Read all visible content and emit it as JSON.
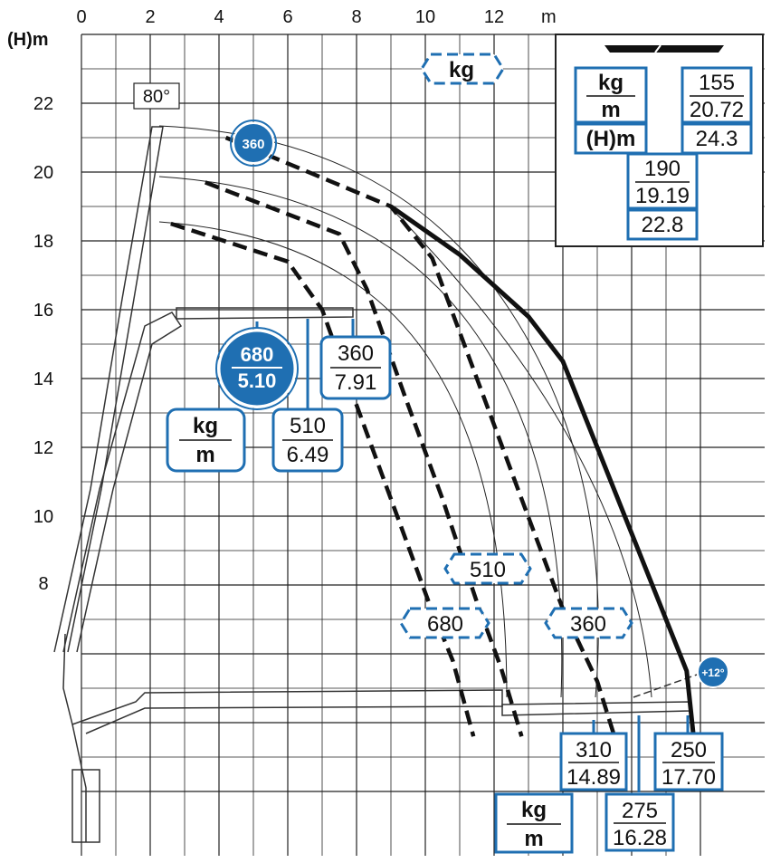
{
  "axis": {
    "x_unit": "m",
    "y_unit": "(H)m",
    "x_ticks": [
      "0",
      "2",
      "4",
      "6",
      "8",
      "10",
      "12"
    ],
    "y_ticks": [
      "22",
      "20",
      "18",
      "16",
      "14",
      "12",
      "10",
      "8"
    ]
  },
  "angle_label": "80°",
  "kg_header": "kg",
  "legend_kg_m": {
    "top": "kg",
    "bottom": "m"
  },
  "legend_h": "(H)m",
  "tip_badge": "360",
  "main_badge": {
    "top": "680",
    "bottom": "5.10"
  },
  "angle_badge": "+12°",
  "load_points": [
    {
      "kg": "360",
      "m": "7.91"
    },
    {
      "kg": "510",
      "m": "6.49"
    },
    {
      "kg": "310",
      "m": "14.89"
    },
    {
      "kg": "275",
      "m": "16.28"
    },
    {
      "kg": "250",
      "m": "17.70"
    },
    {
      "kg": "190",
      "m": "19.19",
      "h": "22.8"
    },
    {
      "kg": "155",
      "m": "20.72",
      "h": "24.3"
    }
  ],
  "curve_labels": [
    "510",
    "680",
    "360"
  ],
  "colors": {
    "accent": "#1f6fb2",
    "grid": "#222222",
    "curve": "#111111"
  },
  "chart_data": {
    "type": "line",
    "xlabel": "m",
    "ylabel": "(H)m",
    "xlim": [
      0,
      18
    ],
    "ylim": [
      2,
      24
    ],
    "series": [
      {
        "name": "680",
        "points": [
          [
            2.6,
            18.5
          ],
          [
            6.0,
            17.4
          ],
          [
            7.0,
            16.0
          ],
          [
            7.9,
            13.5
          ],
          [
            9.0,
            10.5
          ],
          [
            10.1,
            7.5
          ],
          [
            10.8,
            5.8
          ],
          [
            11.4,
            3.6
          ]
        ]
      },
      {
        "name": "510",
        "points": [
          [
            3.6,
            19.7
          ],
          [
            7.5,
            18.2
          ],
          [
            8.3,
            16.6
          ],
          [
            9.4,
            13.5
          ],
          [
            10.5,
            10.5
          ],
          [
            11.5,
            7.5
          ],
          [
            12.2,
            5.6
          ],
          [
            12.8,
            3.6
          ]
        ]
      },
      {
        "name": "360",
        "points": [
          [
            4.2,
            21.0
          ],
          [
            9.0,
            19.0
          ],
          [
            10.2,
            17.5
          ],
          [
            11.5,
            14.0
          ],
          [
            12.8,
            10.5
          ],
          [
            14.0,
            7.3
          ],
          [
            15.0,
            5.2
          ],
          [
            15.5,
            3.6
          ]
        ]
      },
      {
        "name": "155",
        "points": [
          [
            9.0,
            19.0
          ],
          [
            11.0,
            17.6
          ],
          [
            13.0,
            15.8
          ],
          [
            14.0,
            14.5
          ],
          [
            15.0,
            12.0
          ],
          [
            16.0,
            9.5
          ],
          [
            17.0,
            7.0
          ],
          [
            17.6,
            5.5
          ],
          [
            17.8,
            3.6
          ]
        ]
      }
    ]
  }
}
